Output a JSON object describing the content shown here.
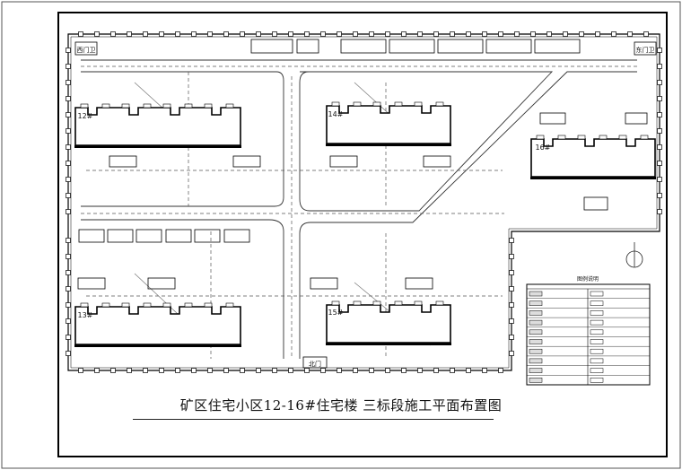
{
  "drawing": {
    "title": "矿区住宅小区12-16#住宅楼 三标段施工平面布置图"
  },
  "gates": [
    {
      "label": "西门卫"
    },
    {
      "label": "东门卫"
    },
    {
      "label": "北门"
    }
  ],
  "buildings": [
    {
      "id": "12#"
    },
    {
      "id": "13#"
    },
    {
      "id": "14#"
    },
    {
      "id": "15#"
    },
    {
      "id": "16#"
    }
  ],
  "legend": {
    "title": "图例说明"
  }
}
